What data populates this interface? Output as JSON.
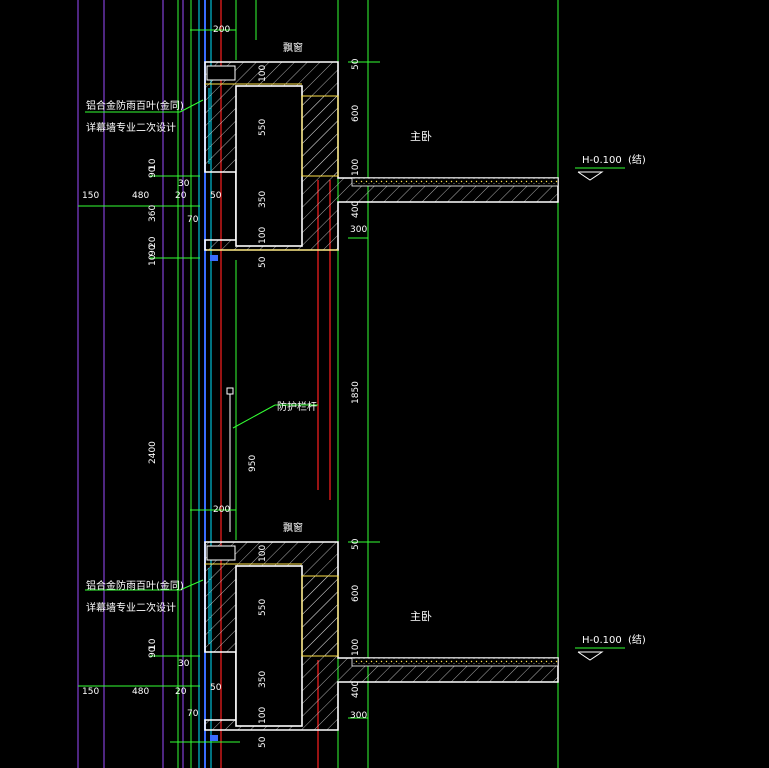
{
  "colors": {
    "background": "#000000",
    "concrete": "#ffffff",
    "dimension": "#33ff33",
    "grid": "#9b4dff",
    "glass": "#00e5ff",
    "frame": "#3a6cff",
    "axis": "#ff2020",
    "finish": "#ffe24a"
  },
  "labels": {
    "louver_1": "铝合金防雨百叶(金同)",
    "louver_2": "详幕墙专业二次设计",
    "window": "飘窗",
    "room": "主卧",
    "railing": "防护栏杆",
    "level": "H-0.100",
    "level_note": "(结)"
  },
  "dims": {
    "d200": "200",
    "d50": "50",
    "d100": "100",
    "d600": "600",
    "d550": "550",
    "d350": "350",
    "d400": "400",
    "d300": "300",
    "d10": "10",
    "d20": "20",
    "d90": "90",
    "d30": "30",
    "d150": "150",
    "d480": "480",
    "d360": "360",
    "d70": "70",
    "d1850": "1850",
    "d950": "950",
    "d2400": "2400"
  }
}
